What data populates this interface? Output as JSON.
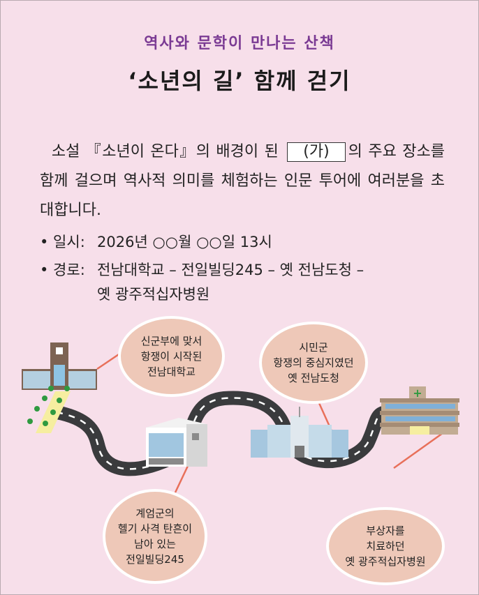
{
  "subtitle": "역사와 문학이 만나는 산책",
  "title": "‘소년의 길’ 함께 걷기",
  "intro": {
    "before": "소설 『소년이 온다』의 배경이 된",
    "blank": "(가)",
    "after": "의 주요 장소를 함께 걸으며 역사적 의미를 체험하는 인문 투어에 여러분을 초대합니다."
  },
  "details": [
    {
      "label": "• 일시:",
      "value": "2026년 ○○월 ○○일 13시"
    },
    {
      "label": "• 경로:",
      "value": "전남대학교 – 전일빌딩245 – 옛 전남도청 –",
      "value2": "옛 광주적십자병원"
    }
  ],
  "bubbles": [
    {
      "lines": [
        "신군부에 맞서",
        "항쟁이 시작된",
        "전남대학교"
      ]
    },
    {
      "lines": [
        "시민군",
        "항쟁의 중심지였던",
        "옛 전남도청"
      ]
    },
    {
      "lines": [
        "계엄군의",
        "헬기 사격 탄흔이",
        "남아 있는",
        "전일빌딩245"
      ]
    },
    {
      "lines": [
        "부상자를",
        "치료하던",
        "옛 광주적십자병원"
      ]
    }
  ],
  "colors": {
    "background": "#f7dfea",
    "subtitle": "#7a3a93",
    "bubble": "#eec8b8",
    "connector": "#e8705a",
    "road": "#3a3b3d"
  }
}
